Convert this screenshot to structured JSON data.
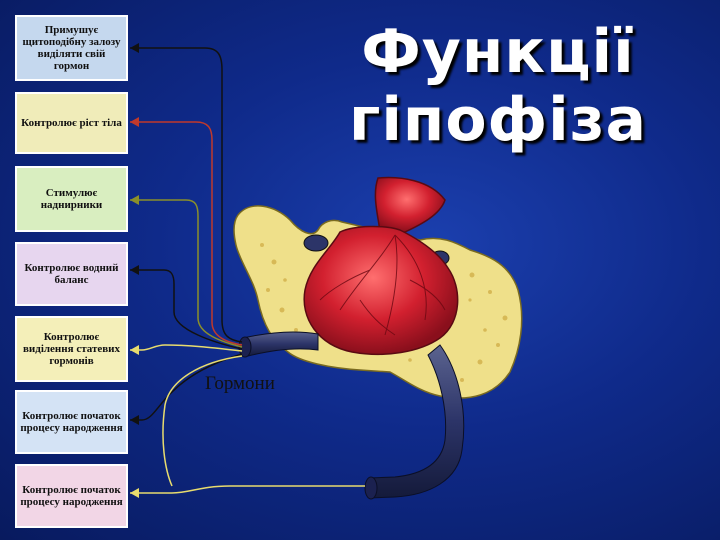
{
  "slide": {
    "title_line1": "Функції",
    "title_line2": "гіпофіза",
    "hormones_label": "Гормони"
  },
  "boxes": [
    {
      "text": "Примушує щитоподібну залозу виділяти свій гормон",
      "color": "#c5d8ee"
    },
    {
      "text": "Контролює ріст тіла",
      "color": "#f0ecb9"
    },
    {
      "text": "Стимулює наднирники",
      "color": "#d9eec0"
    },
    {
      "text": "Контролює водний баланс",
      "color": "#e7d6ef"
    },
    {
      "text": "Контролює виділення статевих гормонів",
      "color": "#f4efb9"
    },
    {
      "text": "Контролює початок процесу народження",
      "color": "#d4e3f5"
    },
    {
      "text": "Контролює початок процесу народження",
      "color": "#f2d6e6"
    }
  ],
  "colors": {
    "arrow_dark": "#111111",
    "arrow_red": "#c0392b",
    "arrow_olive": "#8a8f2a",
    "arrow_yellow": "#e8dc6e",
    "gland_red": "#d2202f",
    "bone": "#efe08a",
    "vessel": "#2c3468"
  }
}
